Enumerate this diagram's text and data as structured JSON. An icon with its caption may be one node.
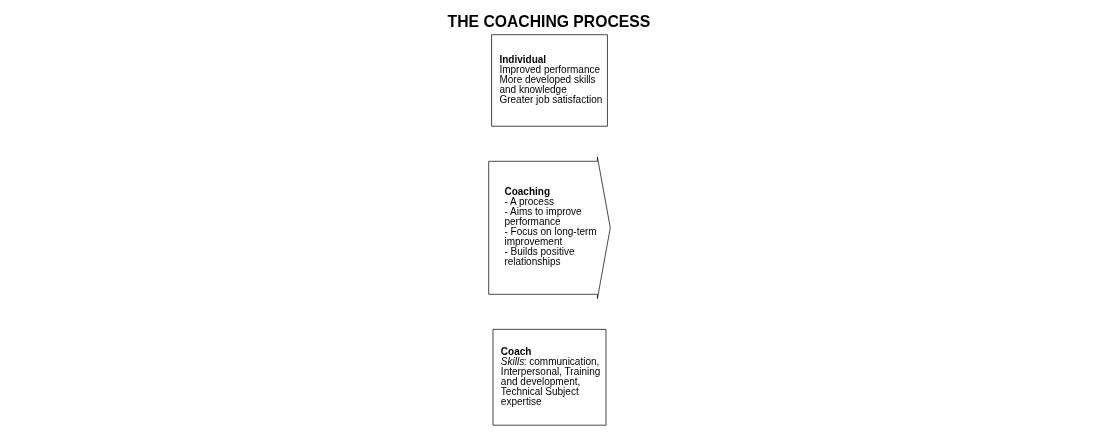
{
  "diagram": {
    "title": "THE COACHING PROCESS",
    "nodes": [
      {
        "text": [
          "Coach",
          "*Skills*: communication, Interpersonal, Training and development, Technical Subject expertise"
        ]
      },
      {
        "text": [
          "Coaching",
          "- A process",
          "- Aims to improve performance",
          "- Focus on long-term improvement",
          "- Builds positive relationships"
        ]
      },
      {
        "text": [
          "Individual",
          "Improved performance",
          "More developed skills and knowledge",
          "Greater job satisfaction"
        ]
      }
    ]
  }
}
